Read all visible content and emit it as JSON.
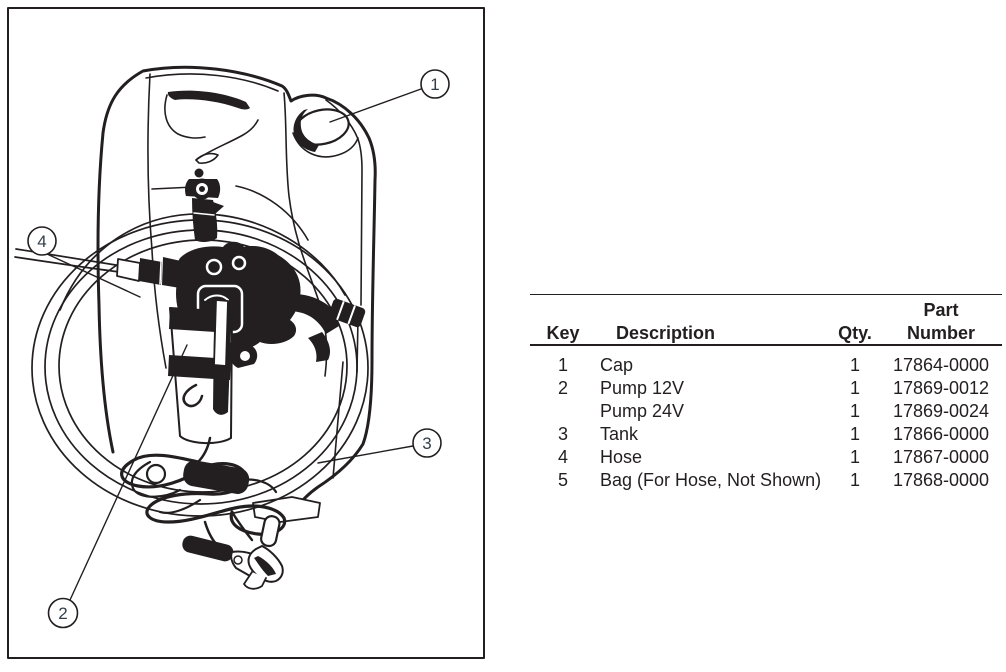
{
  "diagram": {
    "description": "Line illustration of a portable tank with cap, mounted pump, coiled hose and battery-clip power wires",
    "colors": {
      "line": "#231f20",
      "callout_number": "#333e49",
      "background": "#ffffff"
    },
    "callouts": [
      {
        "label": "1",
        "target": "cap"
      },
      {
        "label": "2",
        "target": "pump"
      },
      {
        "label": "3",
        "target": "tank"
      },
      {
        "label": "4",
        "target": "hose"
      }
    ]
  },
  "table": {
    "headers": {
      "key": "Key",
      "description": "Description",
      "qty": "Qty.",
      "part_line1": "Part",
      "part_line2": "Number"
    },
    "rows": [
      {
        "key": "1",
        "description": "Cap",
        "qty": "1",
        "part_number": "17864-0000"
      },
      {
        "key": "2",
        "description": "Pump 12V",
        "qty": "1",
        "part_number": "17869-0012"
      },
      {
        "key": "",
        "description": "Pump 24V",
        "qty": "1",
        "part_number": "17869-0024"
      },
      {
        "key": "3",
        "description": "Tank",
        "qty": "1",
        "part_number": "17866-0000"
      },
      {
        "key": "4",
        "description": "Hose",
        "qty": "1",
        "part_number": "17867-0000"
      },
      {
        "key": "5",
        "description": "Bag (For Hose, Not Shown)",
        "qty": "1",
        "part_number": "17868-0000"
      }
    ]
  }
}
